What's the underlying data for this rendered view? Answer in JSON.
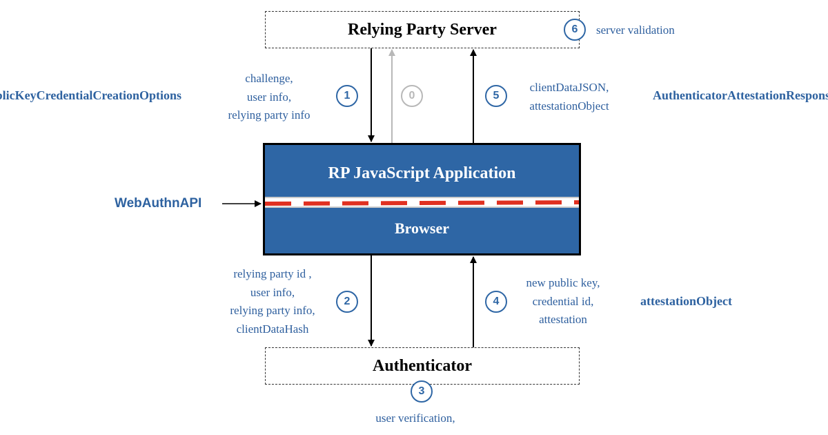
{
  "boxes": {
    "rp_server": "Relying Party Server",
    "rp_app": "RP JavaScript Application",
    "browser": "Browser",
    "authenticator": "Authenticator"
  },
  "side_labels": {
    "creation_options": "PublicKeyCredentialCreationOptions",
    "attestation_response": "AuthenticatorAttestationResponse",
    "webauthn_api": "WebAuthnAPI",
    "attestation_object": "attestationObject"
  },
  "steps": [
    {
      "number": "0",
      "label": ""
    },
    {
      "number": "1",
      "label": "challenge,\nuser info,\nrelying party info"
    },
    {
      "number": "2",
      "label": "relying party id ,\nuser info,\nrelying party info,\nclientDataHash"
    },
    {
      "number": "3",
      "label": "user verification,"
    },
    {
      "number": "4",
      "label": "new public key,\ncredential id,\nattestation"
    },
    {
      "number": "5",
      "label": "clientDataJSON,\nattestationObject"
    },
    {
      "number": "6",
      "label": "server validation"
    }
  ],
  "colors": {
    "browser_fill": "#2e66a5",
    "label_blue": "#2e5f9e",
    "api_dash_red": "#e03020",
    "inactive_grey": "#b8b8b8"
  }
}
